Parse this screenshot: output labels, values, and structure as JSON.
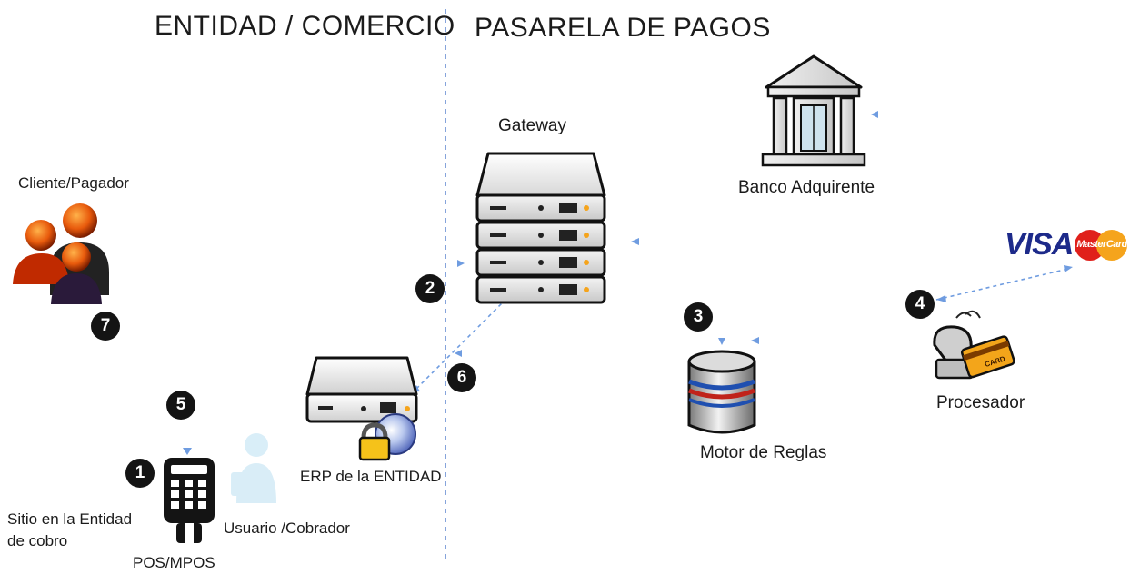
{
  "headings": {
    "left": "ENTIDAD / COMERCIO",
    "right": "PASARELA DE PAGOS"
  },
  "nodes": {
    "cliente": "Cliente/Pagador",
    "gateway": "Gateway",
    "banco": "Banco Adquirente",
    "motor": "Motor de Reglas",
    "procesador": "Procesador",
    "erp": "ERP de la ENTIDAD",
    "pos": "POS/MPOS",
    "usuario": "Usuario /Cobrador",
    "sitio_line1": "Sitio en la Entidad",
    "sitio_line2": "de cobro"
  },
  "brands": {
    "visa": "VISA",
    "mastercard": "MasterCard",
    "card_text": "CARD"
  },
  "steps": [
    "1",
    "2",
    "3",
    "4",
    "5",
    "6",
    "7"
  ],
  "colors": {
    "flow_arrow": "#6f9ce0",
    "divider": "#5f86cf",
    "step_badge": "#141414",
    "visa_blue": "#1d2a8a",
    "mc_red": "#e0201b",
    "mc_orange": "#f5a41c"
  }
}
